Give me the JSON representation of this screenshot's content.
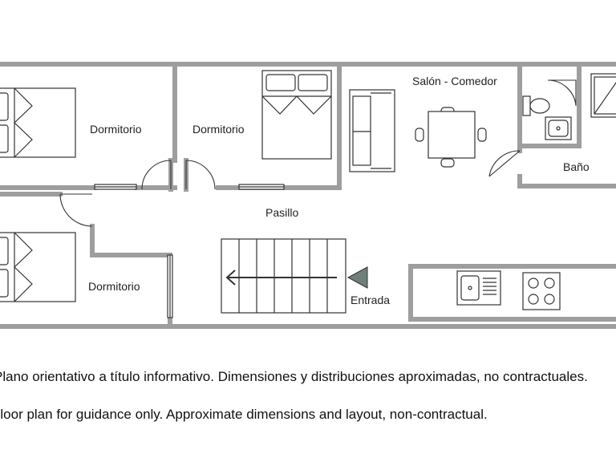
{
  "plan": {
    "rooms": {
      "bedroom_top_left": "Dormitorio",
      "bedroom_top_middle": "Dormitorio",
      "bedroom_bottom_left": "Dormitorio",
      "living_dining": "Salón - Comedor",
      "bathroom": "Baño",
      "hallway": "Pasillo",
      "entrance": "Entrada"
    },
    "colors": {
      "wall": "#9e9e9e",
      "line": "#333333",
      "entrance_marker": "#6f7f79"
    }
  },
  "notes": {
    "spanish": "Plano orientativo a título informativo. Dimensiones y distribuciones aproximadas, no contractuales.",
    "english": "Floor plan for guidance only. Approximate dimensions and layout, non-contractual."
  }
}
